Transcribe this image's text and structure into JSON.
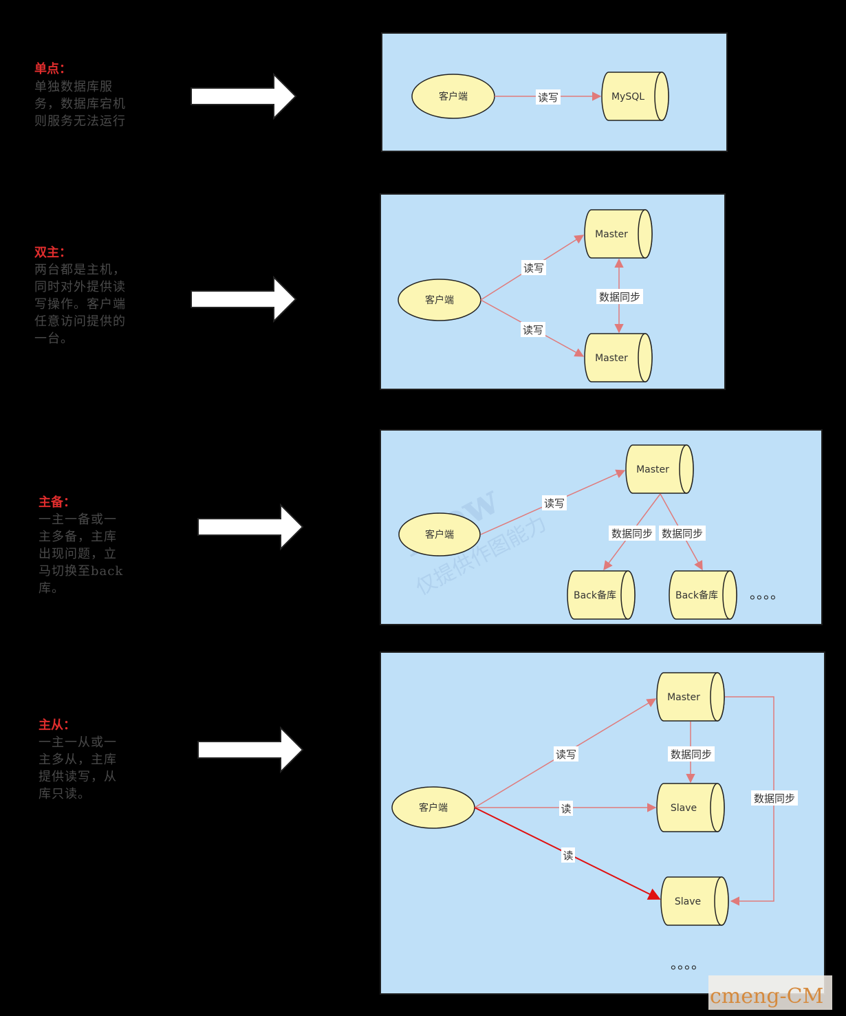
{
  "colors": {
    "background": "#000000",
    "panel": "#bfe0f8",
    "node_fill": "#fcf6b4",
    "edge": "#e07a7a",
    "edge_strong": "#e01010",
    "title_red": "#e02d2d",
    "desc_gray": "#4a4a4a",
    "watermark": "#d58a3e"
  },
  "sections": [
    {
      "title": "单点：",
      "description": [
        "单独数据库服",
        "务，数据库宕机",
        "则服务无法运行"
      ]
    },
    {
      "title": "双主：",
      "description": [
        "两台都是主机，",
        "同时对外提供读",
        "写操作。客户端",
        "任意访问提供的",
        "一台。"
      ]
    },
    {
      "title": "主备：",
      "description": [
        "一主一备或一",
        "主多备，主库",
        "出现问题，立",
        "马切换至back",
        "库。"
      ]
    },
    {
      "title": "主从：",
      "description": [
        "一主一从或一",
        "主多从，主库",
        "提供读写，从",
        "库只读。"
      ]
    }
  ],
  "diagrams": {
    "single": {
      "client": "客户端",
      "db": "MySQL",
      "edge_label": "读写"
    },
    "dual_master": {
      "client": "客户端",
      "master_top": "Master",
      "master_bottom": "Master",
      "edge_top": "读写",
      "edge_bottom": "读写",
      "sync_label": "数据同步"
    },
    "master_backup": {
      "client": "客户端",
      "master": "Master",
      "backup_1": "Back备库",
      "backup_2": "Back备库",
      "edge_rw": "读写",
      "sync_left": "数据同步",
      "sync_right": "数据同步",
      "more": "。。。。"
    },
    "master_slave": {
      "client": "客户端",
      "master": "Master",
      "slave_1": "Slave",
      "slave_2": "Slave",
      "edge_rw": "读写",
      "edge_read_1": "读",
      "edge_read_2": "读",
      "sync_1": "数据同步",
      "sync_2": "数据同步",
      "more": "。。。。"
    }
  },
  "watermark": {
    "center": "Flow",
    "sub": "仅提供作图能力",
    "corner": "cmeng-CM"
  }
}
